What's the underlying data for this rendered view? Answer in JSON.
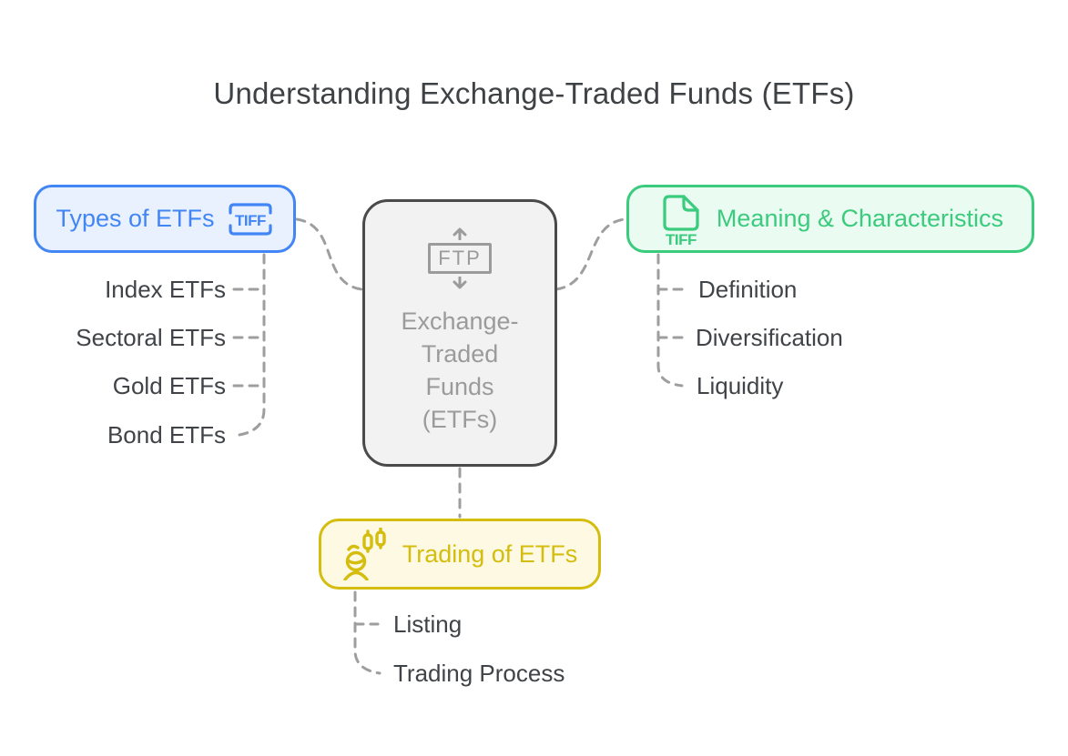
{
  "title": "Understanding Exchange-Traded Funds (ETFs)",
  "center": {
    "badge": "FTP",
    "lines": [
      "Exchange-",
      "Traded",
      "Funds",
      "(ETFs)"
    ]
  },
  "branches": {
    "types": {
      "label": "Types of ETFs",
      "badge": "TIFF",
      "color": "#4285f4",
      "background": "#e9f1fe",
      "children": [
        "Index ETFs",
        "Sectoral ETFs",
        "Gold ETFs",
        "Bond ETFs"
      ]
    },
    "meaning": {
      "label": "Meaning & Characteristics",
      "badge": "TIFF",
      "color": "#3bcb7d",
      "background": "#eafbf2",
      "children": [
        "Definition",
        "Diversification",
        "Liquidity"
      ]
    },
    "trading": {
      "label": "Trading of ETFs",
      "color": "#d4bd0e",
      "background": "#fdf9e3",
      "children": [
        "Listing",
        "Trading Process"
      ]
    }
  },
  "palette": {
    "center_border": "#4a4a4a",
    "center_fill": "#f2f2f2",
    "center_text": "#9b9b9b",
    "connector": "#9e9e9e",
    "leaf_text": "#404347",
    "title_text": "#3f4245"
  }
}
